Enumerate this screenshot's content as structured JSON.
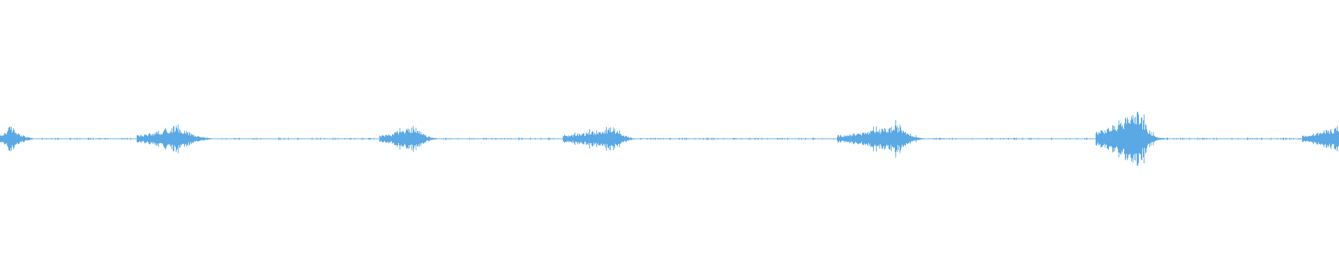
{
  "waveform": {
    "color": "#5aa8e4",
    "background": "#ffffff",
    "bursts": [
      {
        "start": 0.0,
        "peak": 0.008,
        "end": 0.03,
        "amplitude": 0.3
      },
      {
        "start": 0.102,
        "peak": 0.133,
        "end": 0.165,
        "amplitude": 0.3
      },
      {
        "start": 0.283,
        "peak": 0.31,
        "end": 0.33,
        "amplitude": 0.28
      },
      {
        "start": 0.42,
        "peak": 0.458,
        "end": 0.478,
        "amplitude": 0.26
      },
      {
        "start": 0.625,
        "peak": 0.672,
        "end": 0.695,
        "amplitude": 0.3
      },
      {
        "start": 0.818,
        "peak": 0.851,
        "end": 0.87,
        "amplitude": 0.62
      },
      {
        "start": 0.972,
        "peak": 1.0,
        "end": 1.0,
        "amplitude": 0.28
      }
    ],
    "noise_floor": 0.015
  }
}
